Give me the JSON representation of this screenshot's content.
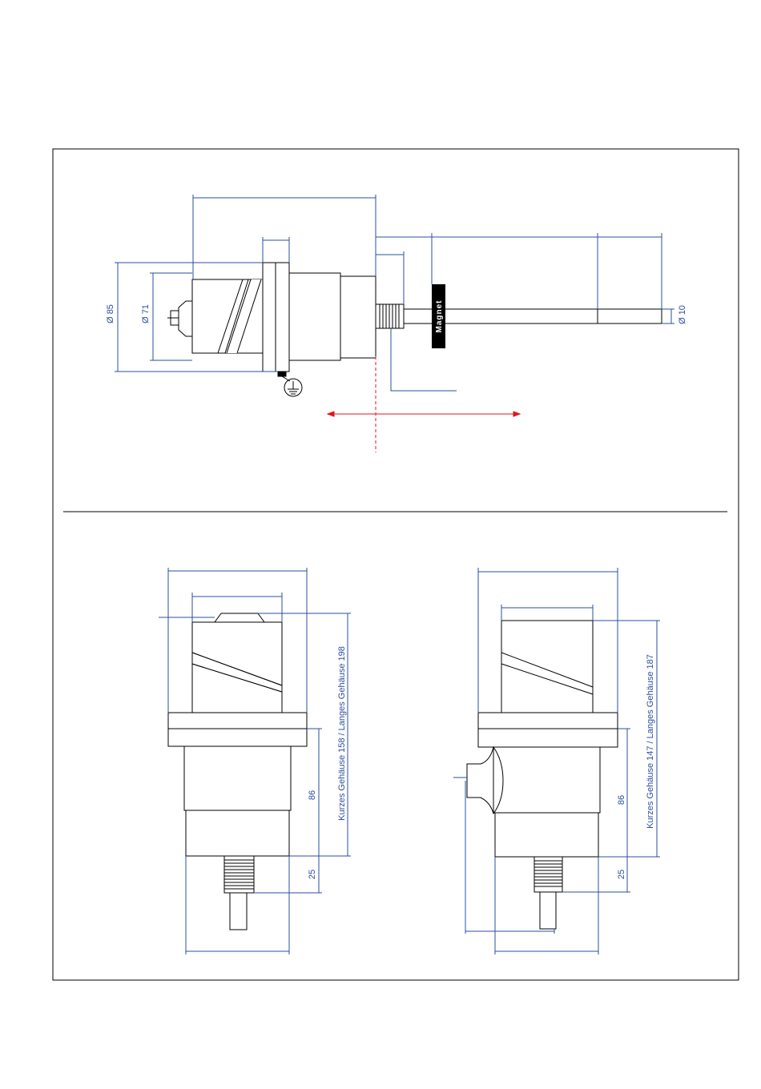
{
  "colors": {
    "outline": "#000000",
    "dimension": "#2b4fa0",
    "axis": "#e0141e",
    "magnet_fill": "#000000",
    "magnet_text": "#ffffff"
  },
  "top_view": {
    "dim_outer_diameter": "Ø 85",
    "dim_inner_diameter": "Ø 71",
    "dim_rod_diameter": "Ø 10",
    "magnet_label": "Magnet",
    "ground_symbol_icon": "ground-icon"
  },
  "bottom_left_view": {
    "dim_86": "86",
    "dim_25": "25",
    "housing_length": "Kurzes Gehäuse 158  /  Langes Gehäuse 198"
  },
  "bottom_right_view": {
    "dim_86": "86",
    "dim_25": "25",
    "housing_length": "Kurzes Gehäuse 147 / Langes Gehäuse 187"
  }
}
